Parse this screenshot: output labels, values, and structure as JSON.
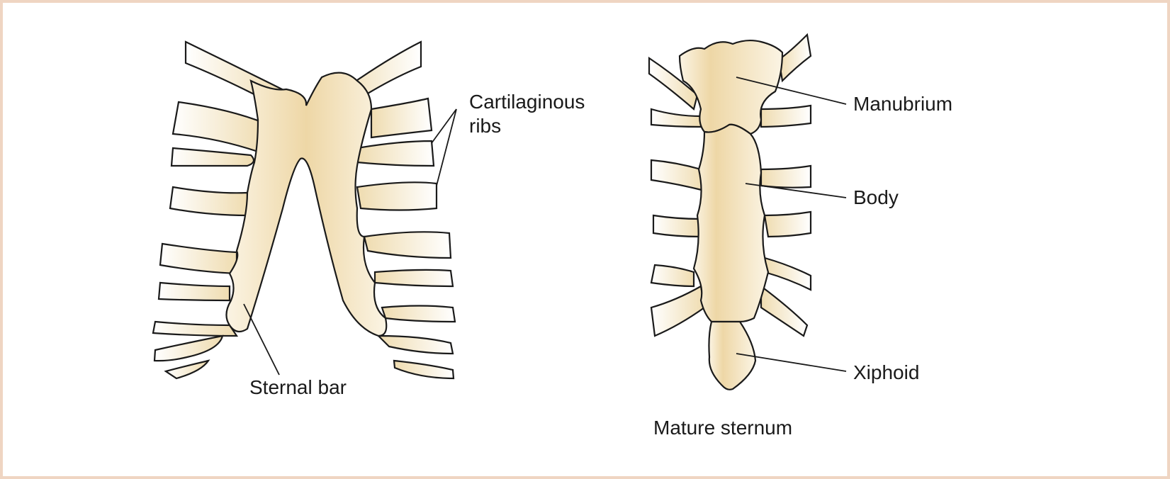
{
  "labels": {
    "cartilaginous_ribs_line1": "Cartilaginous",
    "cartilaginous_ribs_line2": "ribs",
    "sternal_bar": "Sternal bar",
    "manubrium": "Manubrium",
    "body": "Body",
    "xiphoid": "Xiphoid",
    "mature_sternum": "Mature sternum"
  },
  "colors": {
    "bone_dark": "#eed7a6",
    "bone_light": "#fbf4e4",
    "border": "#efd5c2",
    "line": "#1a1a1a"
  }
}
